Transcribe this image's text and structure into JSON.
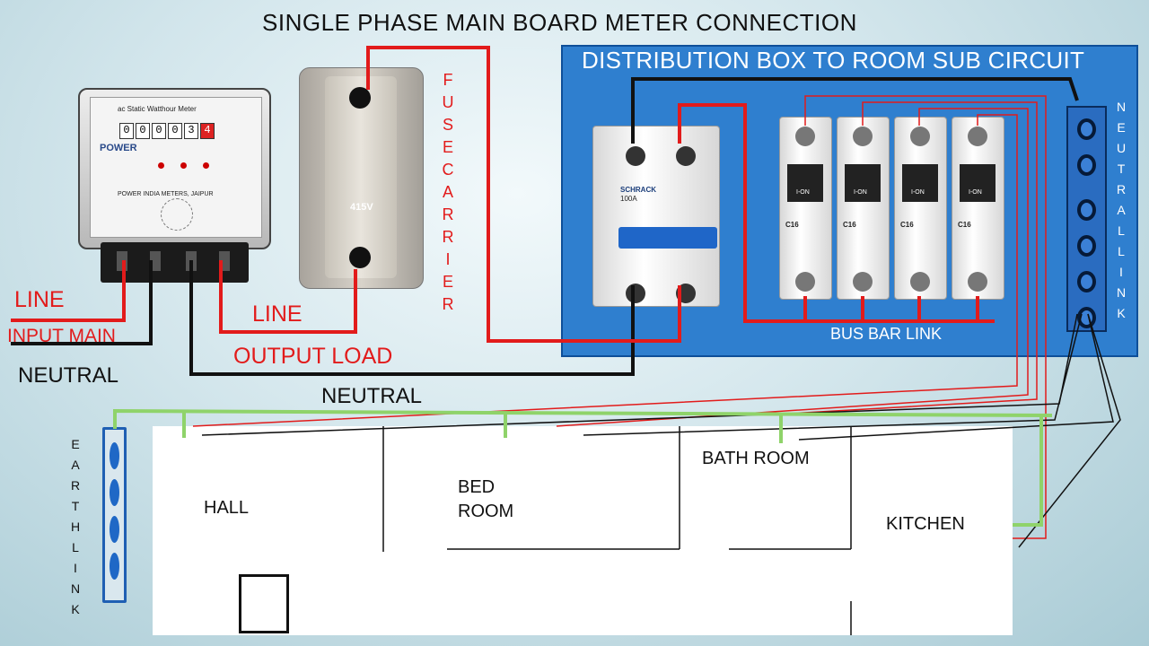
{
  "title": "SINGLE PHASE MAIN BOARD METER CONNECTION",
  "distribution_box": {
    "title": "DISTRIBUTION  BOX TO ROOM SUB CIRCUIT",
    "bus_bar_label": "BUS BAR LINK"
  },
  "labels": {
    "line_input": "LINE",
    "input_main": "INPUT MAIN",
    "neutral_input": "NEUTRAL",
    "line_output": "LINE",
    "output_load": "OUTPUT LOAD",
    "neutral_main": "NEUTRAL"
  },
  "vertical_labels": {
    "fuse_carrier": [
      "F",
      "U",
      "S",
      "E",
      "C",
      "A",
      "R",
      "R",
      "I",
      "E",
      "R"
    ],
    "neutral_link": [
      "N",
      "E",
      "U",
      "T",
      "R",
      "A",
      "L",
      "L",
      "I",
      "N",
      "K"
    ],
    "earth_link": [
      "E",
      "A",
      "R",
      "T",
      "H",
      "L",
      "I",
      "N",
      "K"
    ]
  },
  "meter": {
    "heading": "ac Static Watthour Meter",
    "reading": [
      "0",
      "0",
      "0",
      "0",
      "3",
      "4"
    ],
    "brand": "POWER",
    "maker": "POWER INDIA METERS, JAIPUR"
  },
  "fuse_rating": "415V",
  "main_breaker": {
    "brand": "SCHRACK",
    "rating": "100A"
  },
  "mcbs": [
    {
      "label": "I-ON",
      "rating": "C16"
    },
    {
      "label": "I-ON",
      "rating": "C16"
    },
    {
      "label": "I-ON",
      "rating": "C16"
    },
    {
      "label": "I-ON",
      "rating": "C16"
    }
  ],
  "rooms": {
    "hall": "HALL",
    "bed_room_line1": "BED",
    "bed_room_line2": "ROOM",
    "bath_room": "BATH ROOM",
    "kitchen": "KITCHEN"
  },
  "colors": {
    "line_wire": "#e21b1b",
    "neutral_wire": "#111111",
    "earth_wire": "#8fd36a",
    "distribution_box": "#2f7fcf",
    "label_red": "#e21b1b"
  }
}
